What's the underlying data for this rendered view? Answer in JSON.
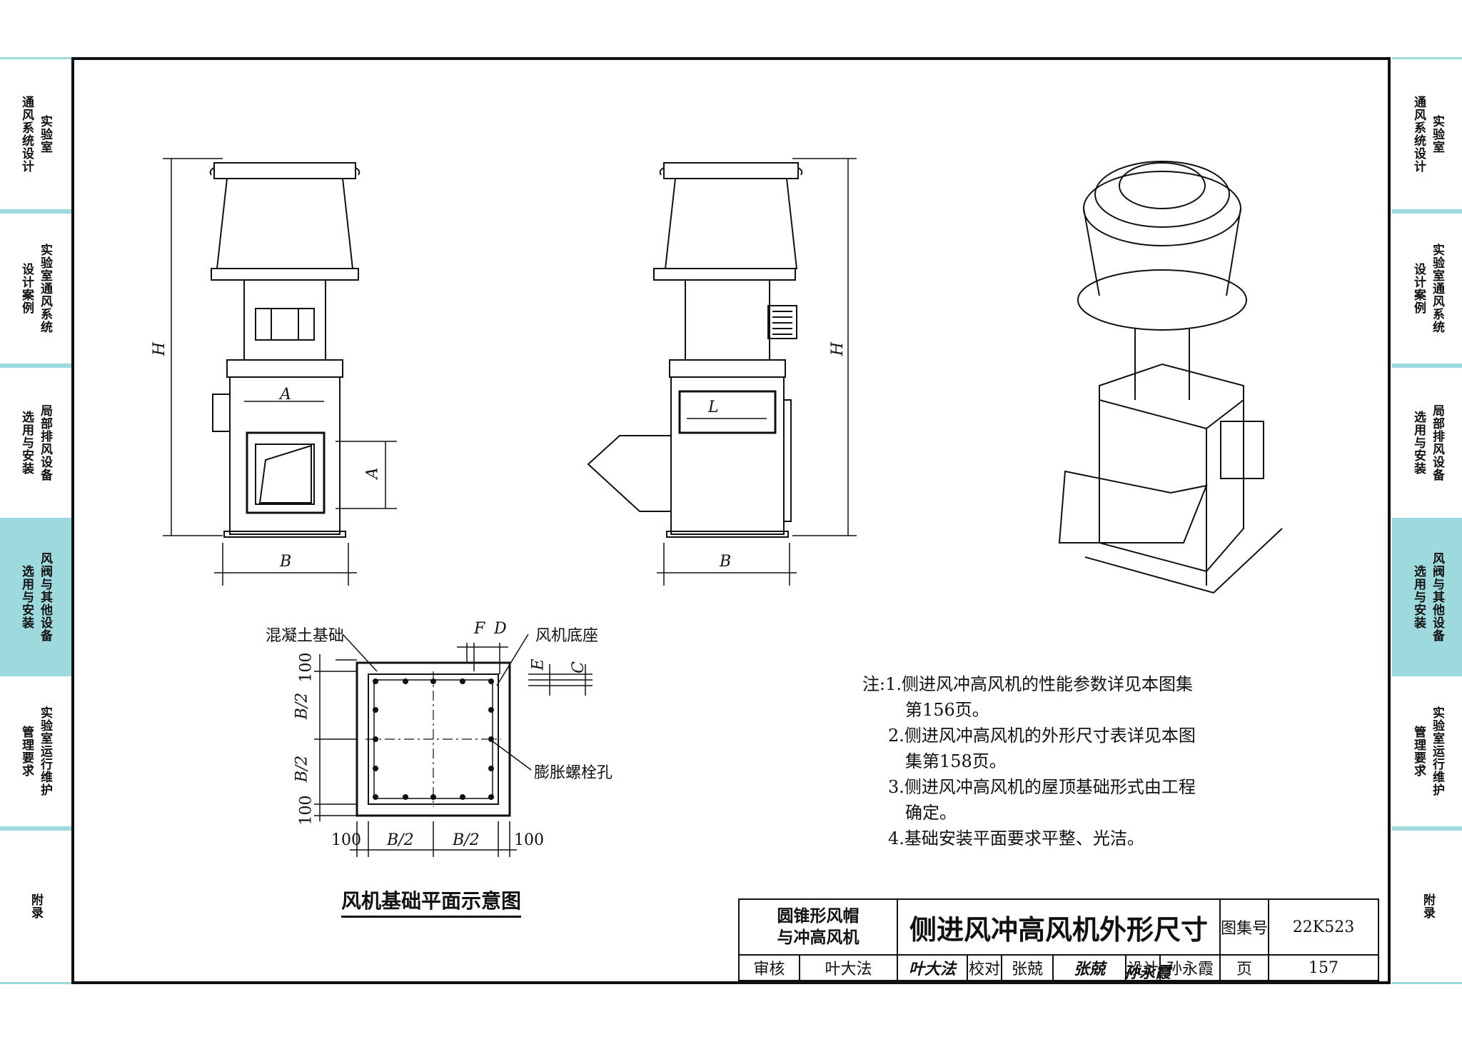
{
  "sidebar_left": [
    {
      "lines": [
        "实验室",
        "通风系统设计"
      ]
    },
    {
      "lines": [
        "实验室通风系统",
        "设计案例"
      ]
    },
    {
      "lines": [
        "局部排风设备",
        "选用与安装"
      ]
    },
    {
      "lines": [
        "风阀与其他设备",
        "选用与安装"
      ],
      "active": true
    },
    {
      "lines": [
        "实验室运行维护",
        "管理要求"
      ]
    },
    {
      "lines": [
        "附录"
      ]
    }
  ],
  "sidebar_right": [
    {
      "lines": [
        "实验室",
        "通风系统设计"
      ]
    },
    {
      "lines": [
        "实验室通风系统",
        "设计案例"
      ]
    },
    {
      "lines": [
        "局部排风设备",
        "选用与安装"
      ]
    },
    {
      "lines": [
        "风阀与其他设备",
        "选用与安装"
      ],
      "active": true
    },
    {
      "lines": [
        "实验室运行维护",
        "管理要求"
      ]
    },
    {
      "lines": [
        "附录"
      ]
    }
  ],
  "drawing": {
    "dim_H": "H",
    "dim_A": "A",
    "dim_B": "B",
    "dim_L": "L",
    "dim_F": "F",
    "dim_D": "D",
    "dim_E": "E",
    "dim_C": "C",
    "dim_B2": "B/2",
    "dim_100": "100",
    "label_concrete": "混凝土基础",
    "label_base": "风机底座",
    "label_bolt": "膨胀螺栓孔",
    "caption": "风机基础平面示意图"
  },
  "notes": {
    "prefix": "注:",
    "items": [
      {
        "num": "1.",
        "lines": [
          "侧进风冲高风机的性能参数详见本图集",
          "第156页。"
        ]
      },
      {
        "num": "2.",
        "lines": [
          "侧进风冲高风机的外形尺寸表详见本图",
          "集第158页。"
        ]
      },
      {
        "num": "3.",
        "lines": [
          "侧进风冲高风机的屋顶基础形式由工程",
          "确定。"
        ]
      },
      {
        "num": "4.",
        "lines": [
          "基础安装平面要求平整、光洁。"
        ]
      }
    ]
  },
  "title_block": {
    "category_line1": "圆锥形风帽",
    "category_line2": "与冲高风机",
    "title": "侧进风冲高风机外形尺寸",
    "atlas_label": "图集号",
    "atlas_no": "22K523",
    "review_label": "审核",
    "review_name": "叶大法",
    "review_sig": "叶大法",
    "check_label": "校对",
    "check_name": "张兢",
    "check_sig": "张兢",
    "design_label": "设计",
    "design_name": "孙永霞",
    "design_sig": "孙永霞",
    "page_label": "页",
    "page_no": "157"
  }
}
